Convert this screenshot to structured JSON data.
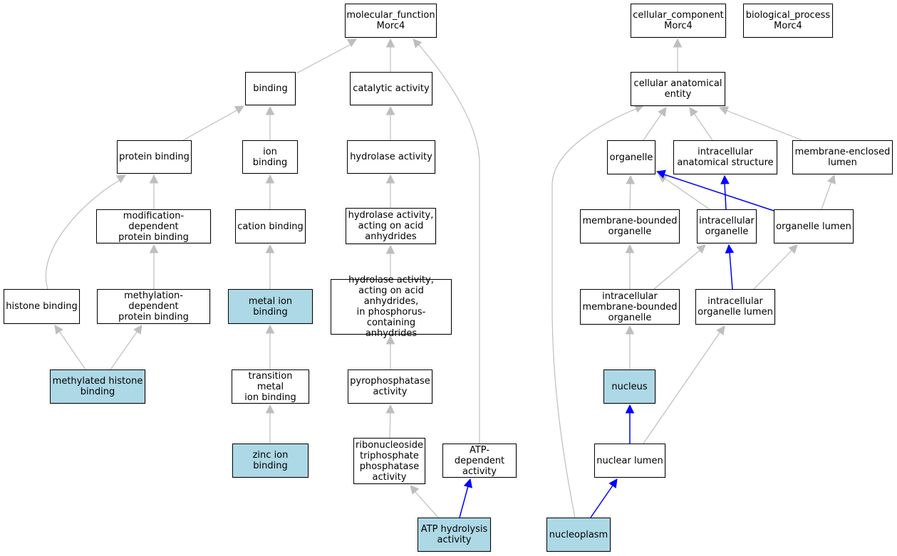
{
  "colors": {
    "highlight_fill": "#add8e6",
    "default_fill": "#ffffff",
    "is_a_edge": "#bebebe",
    "part_of_edge": "#0000ff"
  },
  "nodes": {
    "mf_root": "molecular_function\nMorc4",
    "binding": "binding",
    "catalytic": "catalytic activity",
    "protein_binding": "protein binding",
    "ion_binding": "ion binding",
    "hydrolase": "hydrolase activity",
    "mod_dep": "modification-dependent\nprotein binding",
    "cation_binding": "cation binding",
    "hydrolase_anhydrides": "hydrolase activity,\nacting on acid\nanhydrides",
    "histone_binding": "histone binding",
    "methyl_dep": "methylation-dependent\nprotein binding",
    "metal_ion": "metal ion binding",
    "hydrolase_phos": "hydrolase activity,\nacting on acid\nanhydrides,\nin phosphorus-containing\nanhydrides",
    "methylated_histone": "methylated histone\nbinding",
    "transition_metal": "transition metal\nion binding",
    "pyrophosphatase": "pyrophosphatase\nactivity",
    "zinc_ion": "zinc ion binding",
    "ribonucleoside": "ribonucleoside\ntriphosphate\nphosphatase\nactivity",
    "atp_dependent": "ATP-dependent\nactivity",
    "atp_hydrolysis": "ATP hydrolysis\nactivity",
    "cc_root": "cellular_component\nMorc4",
    "bp_root": "biological_process\nMorc4",
    "cae": "cellular anatomical\nentity",
    "organelle": "organelle",
    "ias": "intracellular\nanatomical structure",
    "mel": "membrane-enclosed\nlumen",
    "mbo": "membrane-bounded\norganelle",
    "io": "intracellular\norganelle",
    "ol": "organelle lumen",
    "imbo": "intracellular\nmembrane-bounded\norganelle",
    "iol": "intracellular\norganelle lumen",
    "nucleus": "nucleus",
    "nuclear_lumen": "nuclear lumen",
    "nucleoplasm": "nucleoplasm"
  }
}
